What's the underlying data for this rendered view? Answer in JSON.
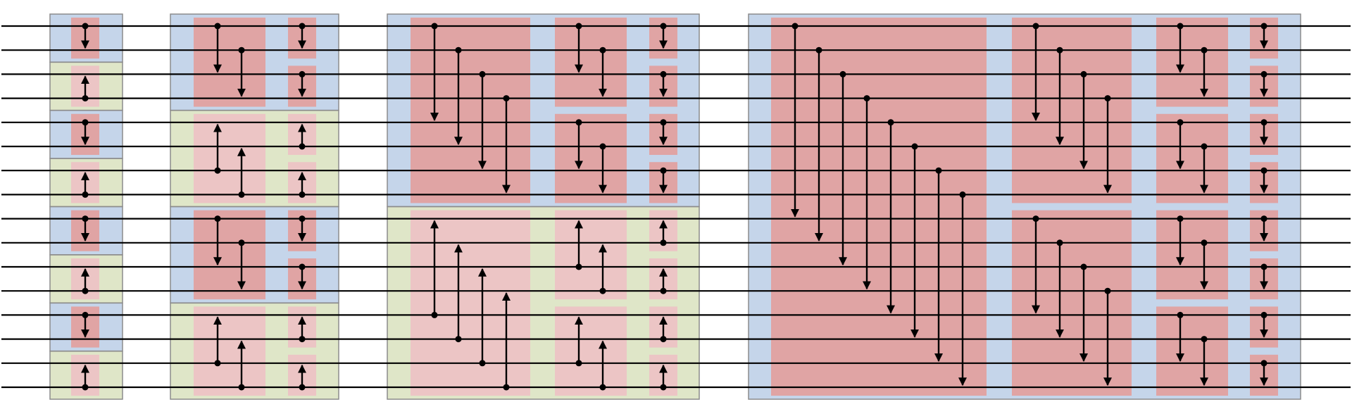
{
  "diagram": {
    "kind": "bitonic-sorting-network",
    "wire_count": 16,
    "stages": [
      {
        "name": "stage-1",
        "block_size": 2
      },
      {
        "name": "stage-2",
        "block_size": 4
      },
      {
        "name": "stage-3",
        "block_size": 8
      },
      {
        "name": "stage-4",
        "block_size": 16
      }
    ],
    "colors": {
      "wire": "#000000",
      "descending_block": "#c5d5ea",
      "ascending_block": "#dfe6c8",
      "descending_comparator_region": "#e0a4a4",
      "ascending_comparator_region": "#ecc5c5",
      "block_border": "#8c8c8c",
      "comparator": "#000000"
    },
    "direction_note_down": "down",
    "direction_note_up": "up"
  }
}
